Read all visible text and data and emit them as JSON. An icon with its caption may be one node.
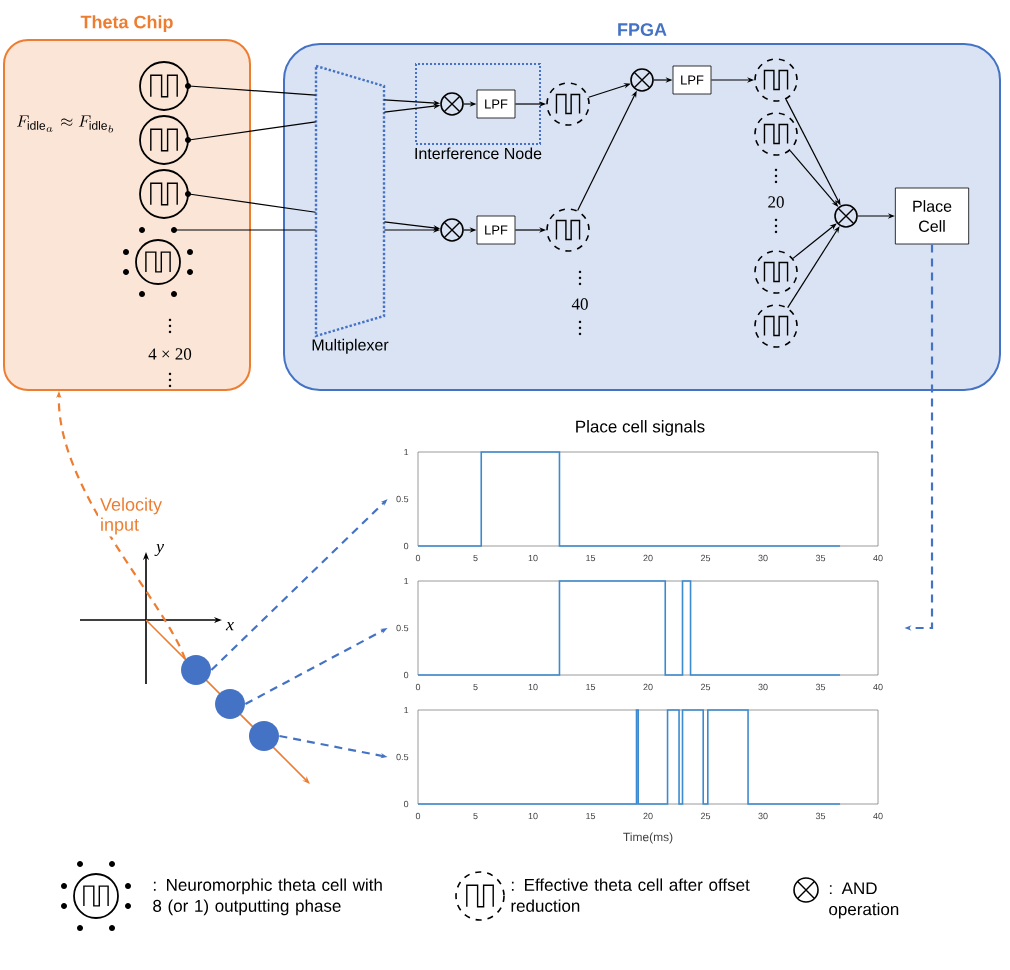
{
  "diagram": {
    "nodes": [
      {
        "text": [
          "Theta Chip"
        ]
      },
      {
        "text": [
          "FPGA"
        ]
      },
      {
        "text": [
          "Multiplexer"
        ],
        "in": 1
      },
      {
        "text": [
          "Interference Node"
        ],
        "in": 1
      },
      {
        "text": [],
        "shape": "circle",
        "in": 0
      },
      {
        "text": [],
        "shape": "circle",
        "in": 0
      },
      {
        "text": [],
        "shape": "circle",
        "in": 0
      },
      {
        "text": [],
        "shape": "circle",
        "in": 0
      },
      {
        "text": [],
        "shape": "circle",
        "in": 3
      },
      {
        "text": [
          "LPF"
        ],
        "in": 3
      },
      {
        "text": [],
        "shape": "circle",
        "in": 1
      },
      {
        "text": [],
        "shape": "circle",
        "in": 1
      },
      {
        "text": [
          "LPF"
        ],
        "in": 1
      },
      {
        "text": [],
        "shape": "circle",
        "in": 1
      },
      {
        "text": [],
        "shape": "circle",
        "in": 1
      },
      {
        "text": [
          "LPF"
        ],
        "in": 1
      },
      {
        "text": [],
        "shape": "circle",
        "in": 1
      },
      {
        "text": [],
        "shape": "circle",
        "in": 1
      },
      {
        "text": [],
        "shape": "circle",
        "in": 1
      },
      {
        "text": [],
        "shape": "circle",
        "in": 1
      },
      {
        "text": [],
        "shape": "circle",
        "in": 1
      },
      {
        "text": [
          "Place Cell"
        ],
        "in": 1
      },
      {
        "text": [],
        "shape": "box"
      },
      {
        "text": [],
        "shape": "box"
      },
      {
        "text": [],
        "shape": "box"
      },
      {
        "text": [],
        "shape": "circle"
      },
      {
        "text": [],
        "shape": "circle"
      },
      {
        "text": [],
        "shape": "circle"
      }
    ],
    "edges": [
      {
        "from": 4,
        "to": 2,
        "arrow": "none"
      },
      {
        "from": 5,
        "to": 2,
        "arrow": "none"
      },
      {
        "from": 6,
        "to": 2,
        "arrow": "none"
      },
      {
        "from": 7,
        "to": 2,
        "arrow": "none"
      },
      {
        "from": 2,
        "to": 8,
        "arrow": "to"
      },
      {
        "from": 2,
        "to": 8,
        "arrow": "to"
      },
      {
        "from": 2,
        "to": 11,
        "arrow": "to"
      },
      {
        "from": 2,
        "to": 11,
        "arrow": "to"
      },
      {
        "from": 8,
        "to": 9,
        "arrow": "to"
      },
      {
        "from": 9,
        "to": 10,
        "arrow": "to"
      },
      {
        "from": 11,
        "to": 12,
        "arrow": "to"
      },
      {
        "from": 12,
        "to": 13,
        "arrow": "to"
      },
      {
        "from": 10,
        "to": 14,
        "arrow": "to"
      },
      {
        "from": 13,
        "to": 14,
        "arrow": "to"
      },
      {
        "from": 14,
        "to": 15,
        "arrow": "to"
      },
      {
        "from": 15,
        "to": 16,
        "arrow": "to"
      },
      {
        "from": 16,
        "to": 20,
        "arrow": "to"
      },
      {
        "from": 17,
        "to": 20,
        "arrow": "to"
      },
      {
        "from": 18,
        "to": 20,
        "arrow": "to"
      },
      {
        "from": 19,
        "to": 20,
        "arrow": "to"
      },
      {
        "from": 20,
        "to": 21,
        "arrow": "to"
      },
      {
        "from": 21,
        "to": 23,
        "arrow": "to",
        "style": "dashed",
        "color": "#4472c4"
      },
      {
        "from": 25,
        "to": 22,
        "arrow": "to",
        "style": "dashed",
        "color": "#4472c4"
      },
      {
        "from": 26,
        "to": 23,
        "arrow": "to",
        "style": "dashed",
        "color": "#4472c4"
      },
      {
        "from": 27,
        "to": 24,
        "arrow": "to",
        "style": "dashed",
        "color": "#4472c4"
      },
      {
        "from": 25,
        "to": 0,
        "arrow": "to",
        "style": "dashed",
        "color": "#ed7d31",
        "label": "Velocity input"
      }
    ],
    "labels": [
      "F_{\\mathrm{idle}_a} \\approx F_{\\mathrm{idle}_b}",
      "4 × 20",
      "40",
      "20",
      "Place cell signals",
      "1",
      "0.5",
      "0",
      "0",
      "5",
      "10",
      "15",
      "20",
      "25",
      "30",
      "35",
      "40",
      "1",
      "0.5",
      "0",
      "0",
      "5",
      "10",
      "15",
      "20",
      "25",
      "30",
      "35",
      "40",
      "1",
      "0.5",
      "0",
      "0",
      "5",
      "10",
      "15",
      "20",
      "25",
      "30",
      "35",
      "40",
      "Time(ms)",
      "x",
      "y"
    ],
    "legend": [
      {
        "text": ": Neuromorphic theta cell with 8 (or 1) outputting phase"
      },
      {
        "text": ": Effective theta cell after offset reduction"
      },
      {
        "text": ": AND operation"
      }
    ]
  }
}
